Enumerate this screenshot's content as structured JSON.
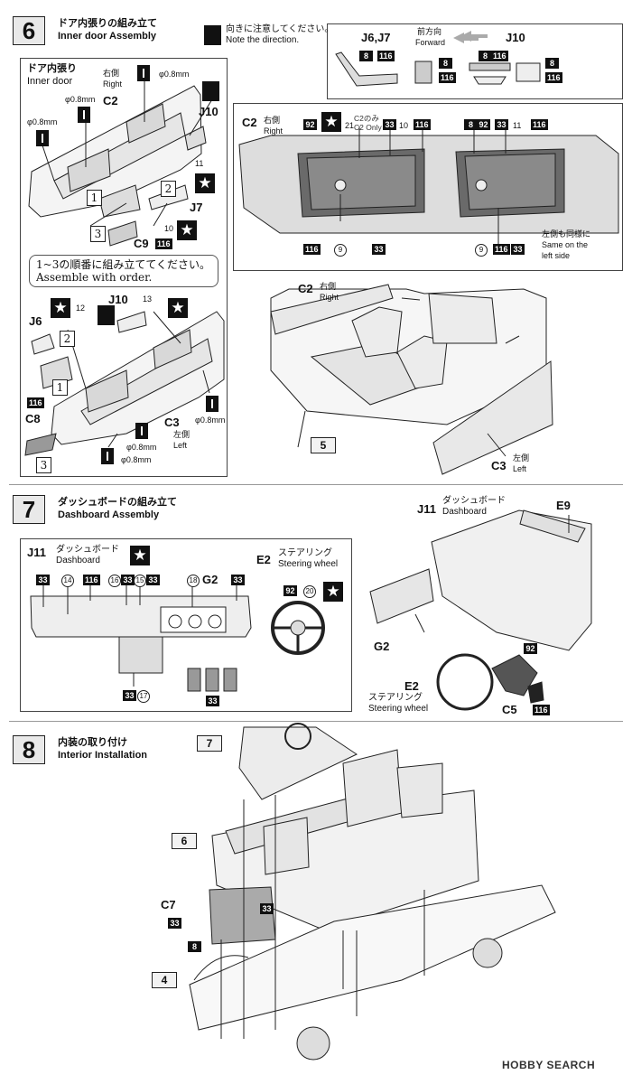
{
  "step6": {
    "number": "6",
    "title_jp": "ドア内張りの組み立て",
    "title_en": "Inner door Assembly",
    "direction_note_jp": "向きに注意してください。",
    "direction_note_en": "Note the direction.",
    "legend": {
      "parts_label": "J6,J7",
      "forward_jp": "前方向",
      "forward_en": "Forward",
      "j10_label": "J10",
      "c8": "8",
      "c116": "116"
    },
    "inner_door": {
      "jp": "ドア内張り",
      "en": "Inner door",
      "right_jp": "右側",
      "right_en": "Right",
      "c2": "C2",
      "j10": "J10",
      "j7": "J7",
      "c9": "C9",
      "c116": "116",
      "d1": "φ0.8mm",
      "d2": "φ0.8mm",
      "d3": "φ0.8mm",
      "n11": "11",
      "n10": "10",
      "o1": "1",
      "o2": "2",
      "o3": "3"
    },
    "order_note_jp": "1~3の順番に組み立ててください。",
    "order_note_en": "Assemble with order.",
    "left_door": {
      "j6": "J6",
      "j10": "J10",
      "n12": "12",
      "n13": "13",
      "c8": "C8",
      "c116": "116",
      "c3": "C3",
      "left_jp": "左側",
      "left_en": "Left",
      "d1": "φ0.8mm",
      "d2": "φ0.8mm",
      "d3": "φ0.8mm",
      "o1": "1",
      "o2": "2",
      "o3": "3"
    },
    "color_box": {
      "c2": "C2",
      "right_jp": "右側",
      "right_en": "Right",
      "c92": "92",
      "n21": "21",
      "only_jp": "C2のみ",
      "only_en": "C2 Only",
      "c33": "33",
      "n10": "10",
      "c116": "116",
      "c8": "8",
      "c92b": "92",
      "c33b": "33",
      "n11": "11",
      "c116b": "116",
      "c116c": "116",
      "n9": "9",
      "c33c": "33",
      "n9b": "9",
      "c116d": "116",
      "c33d": "33",
      "same_jp": "左側も同様に",
      "same_en1": "Same on the",
      "same_en2": "left side"
    },
    "tub": {
      "c2": "C2",
      "right_jp": "右側",
      "right_en": "Right",
      "tag": "5",
      "c3": "C3",
      "left_jp": "左側",
      "left_en": "Left"
    }
  },
  "step7": {
    "number": "7",
    "title_jp": "ダッシュボードの組み立て",
    "title_en": "Dashboard Assembly",
    "box": {
      "j11": "J11",
      "dash_jp": "ダッシュボード",
      "dash_en": "Dashboard",
      "e2": "E2",
      "wheel_jp": "ステアリング",
      "wheel_en": "Steering wheel",
      "c33a": "33",
      "n14": "14",
      "c116": "116",
      "n16": "16",
      "c33b": "33",
      "n15": "15",
      "c33c": "33",
      "n18": "18",
      "g2": "G2",
      "c33d": "33",
      "c33e": "33",
      "n17": "17",
      "c33f": "33",
      "c92": "92",
      "n20": "20"
    },
    "assembly": {
      "j11": "J11",
      "dash_jp": "ダッシュボード",
      "dash_en": "Dashboard",
      "e9": "E9",
      "g2": "G2",
      "e2": "E2",
      "wheel_jp": "ステアリング",
      "wheel_en": "Steering wheel",
      "c92": "92",
      "c5": "C5",
      "c116": "116"
    }
  },
  "step8": {
    "number": "8",
    "title_jp": "内装の取り付け",
    "title_en": "Interior Installation",
    "tag7": "7",
    "tag6": "6",
    "tag4": "4",
    "c7": "C7",
    "c33a": "33",
    "c33b": "33",
    "c8": "8"
  },
  "watermark": "HOBBY SEARCH"
}
